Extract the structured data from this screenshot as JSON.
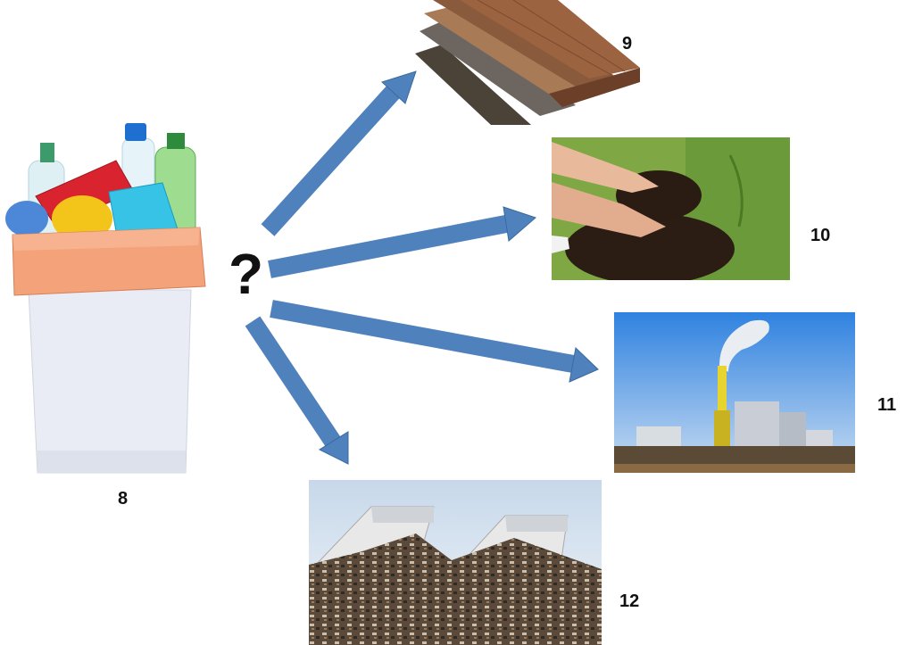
{
  "center_symbol": "?",
  "items": {
    "bin": {
      "number": "8",
      "depicts": "waste-bin-with-plastic-bottles"
    },
    "planks": {
      "number": "9",
      "depicts": "composite-decking-planks"
    },
    "soil": {
      "number": "10",
      "depicts": "hands-holding-soil"
    },
    "plant": {
      "number": "11",
      "depicts": "incineration-plant-with-smokestack"
    },
    "landfill": {
      "number": "12",
      "depicts": "landfill-with-trucks"
    }
  },
  "colors": {
    "arrow": "#4F81BD",
    "arrow_edge": "#3A6AA0"
  }
}
